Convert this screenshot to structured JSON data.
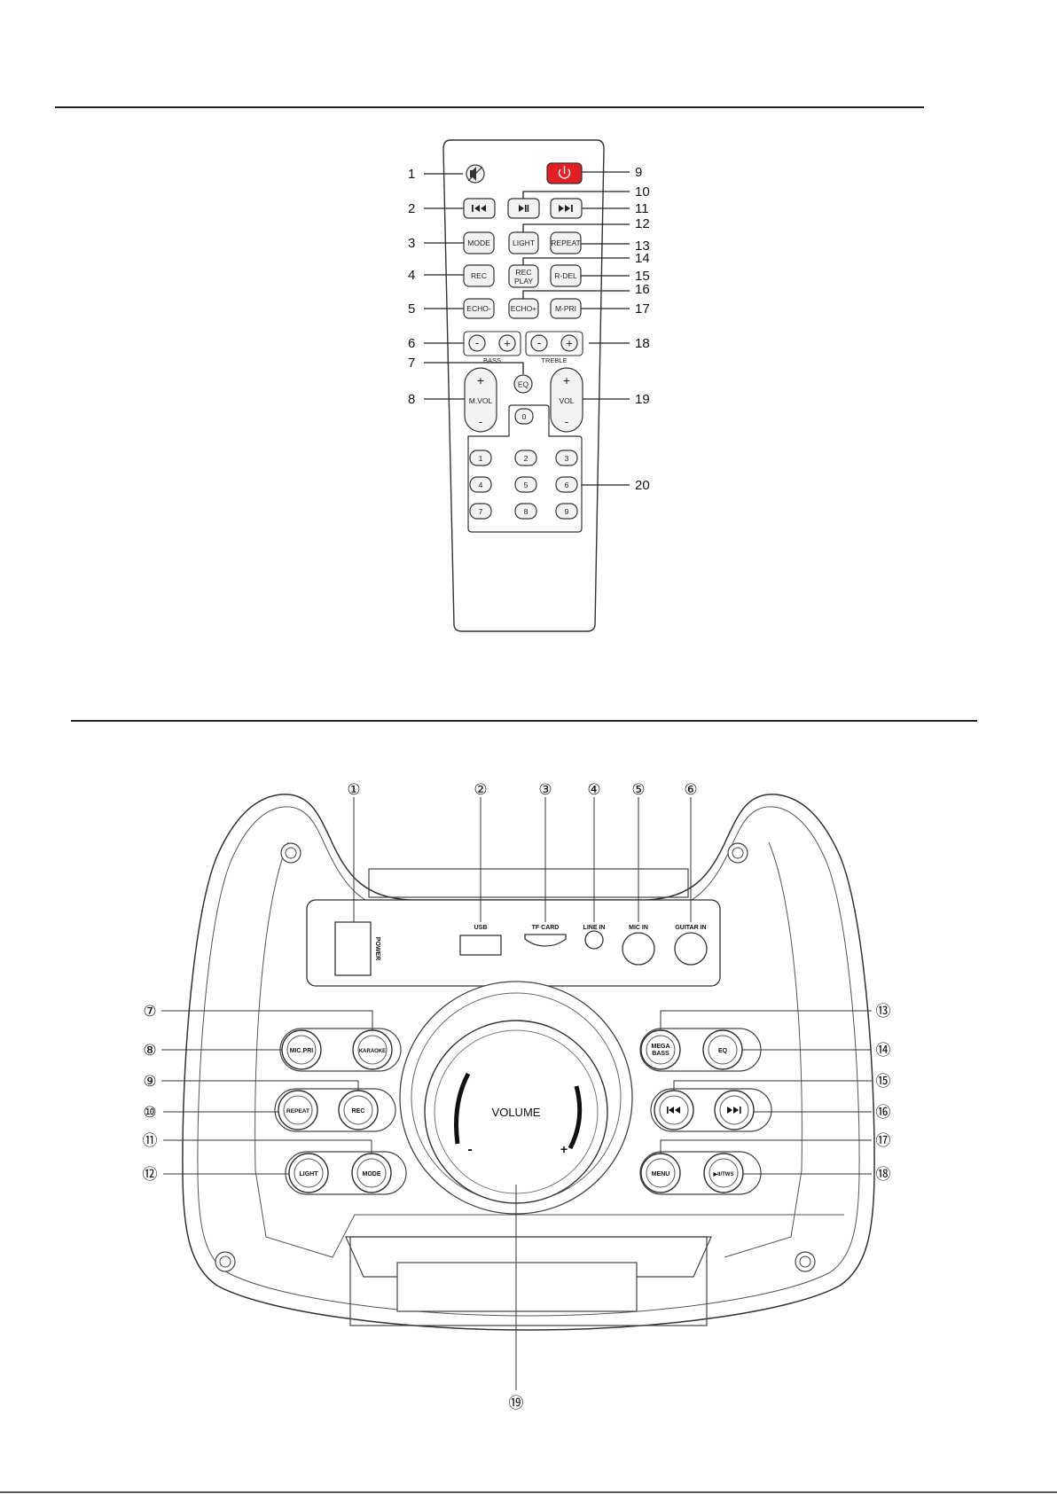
{
  "remote": {
    "callouts_left": [
      "1",
      "2",
      "3",
      "4",
      "5",
      "6",
      "7",
      "8"
    ],
    "callouts_right": [
      "9",
      "10",
      "11",
      "12",
      "13",
      "14",
      "15",
      "16",
      "17",
      "18",
      "19",
      "20"
    ],
    "buttons": {
      "mode": "MODE",
      "light": "LIGHT",
      "repeat": "REPEAT",
      "rec": "REC",
      "rec_play_1": "REC",
      "rec_play_2": "PLAY",
      "r_del": "R-DEL",
      "echo_minus": "ECHO-",
      "echo_plus": "ECHO+",
      "m_pri": "M-PRI",
      "bass_minus": "-",
      "bass_plus": "+",
      "bass": "BASS",
      "treble_minus": "-",
      "treble_plus": "+",
      "treble": "TREBLE",
      "eq": "EQ",
      "mvol_plus": "+",
      "mvol": "M.VOL",
      "mvol_minus": "-",
      "vol_plus": "+",
      "vol": "VOL",
      "vol_minus": "-",
      "zero": "0",
      "digits": [
        "1",
        "2",
        "3",
        "4",
        "5",
        "6",
        "7",
        "8",
        "9"
      ]
    },
    "power_color": "#e41e25"
  },
  "speaker": {
    "callouts_top": [
      "①",
      "②",
      "③",
      "④",
      "⑤",
      "⑥"
    ],
    "callouts_left": [
      "⑦",
      "⑧",
      "⑨",
      "⑩",
      "⑪",
      "⑫"
    ],
    "callouts_right": [
      "⑬",
      "⑭",
      "⑮",
      "⑯",
      "⑰",
      "⑱"
    ],
    "callout_bottom": "⑲",
    "ports": {
      "power": "POWER",
      "usb": "USB",
      "tf_card": "TF CARD",
      "line_in": "LINE IN",
      "mic_in": "MIC IN",
      "guitar_in": "GUITAR IN"
    },
    "buttons": {
      "mic_pri": "MIC.PRI",
      "karaoke": "KARAOKE",
      "repeat": "REPEAT",
      "rec": "REC",
      "light": "LIGHT",
      "mode": "MODE",
      "mega_bass_1": "MEGA",
      "mega_bass_2": "BASS",
      "eq": "EQ",
      "menu": "MENU",
      "play_tws": "▶II/TWS"
    },
    "volume": {
      "label": "VOLUME",
      "minus": "-",
      "plus": "+"
    }
  }
}
